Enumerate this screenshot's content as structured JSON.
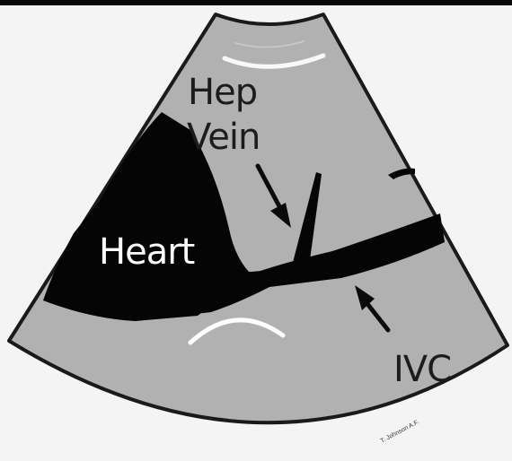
{
  "labels": {
    "hep_line1": "Hep",
    "hep_line2": "Vein",
    "heart": "Heart",
    "ivc": "IVC"
  },
  "credit": "T. Johnson A.F.",
  "colors": {
    "background": "#f4f4f4",
    "tissue": "#b1b1b1",
    "fluid": "#050505",
    "outline": "#1a1a1a",
    "reflection": "#ffffff"
  }
}
